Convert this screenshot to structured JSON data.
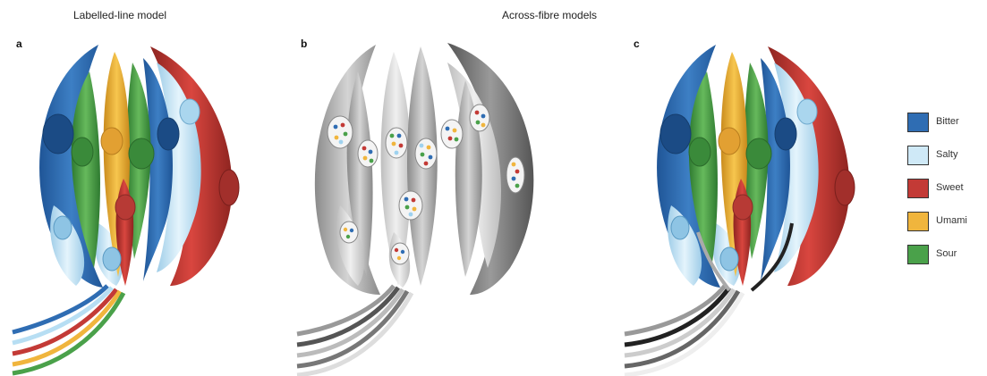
{
  "headings": {
    "labelled_line": "Labelled-line model",
    "across_fibre": "Across-fibre models"
  },
  "panels": [
    {
      "letter": "a"
    },
    {
      "letter": "b"
    },
    {
      "letter": "c"
    }
  ],
  "legend": [
    {
      "label": "Bitter",
      "color": "#2f6db3"
    },
    {
      "label": "Salty",
      "color": "#cfe9f7"
    },
    {
      "label": "Sweet",
      "color": "#c33a36"
    },
    {
      "label": "Umami",
      "color": "#f0b53d"
    },
    {
      "label": "Sour",
      "color": "#4aa14a"
    }
  ]
}
